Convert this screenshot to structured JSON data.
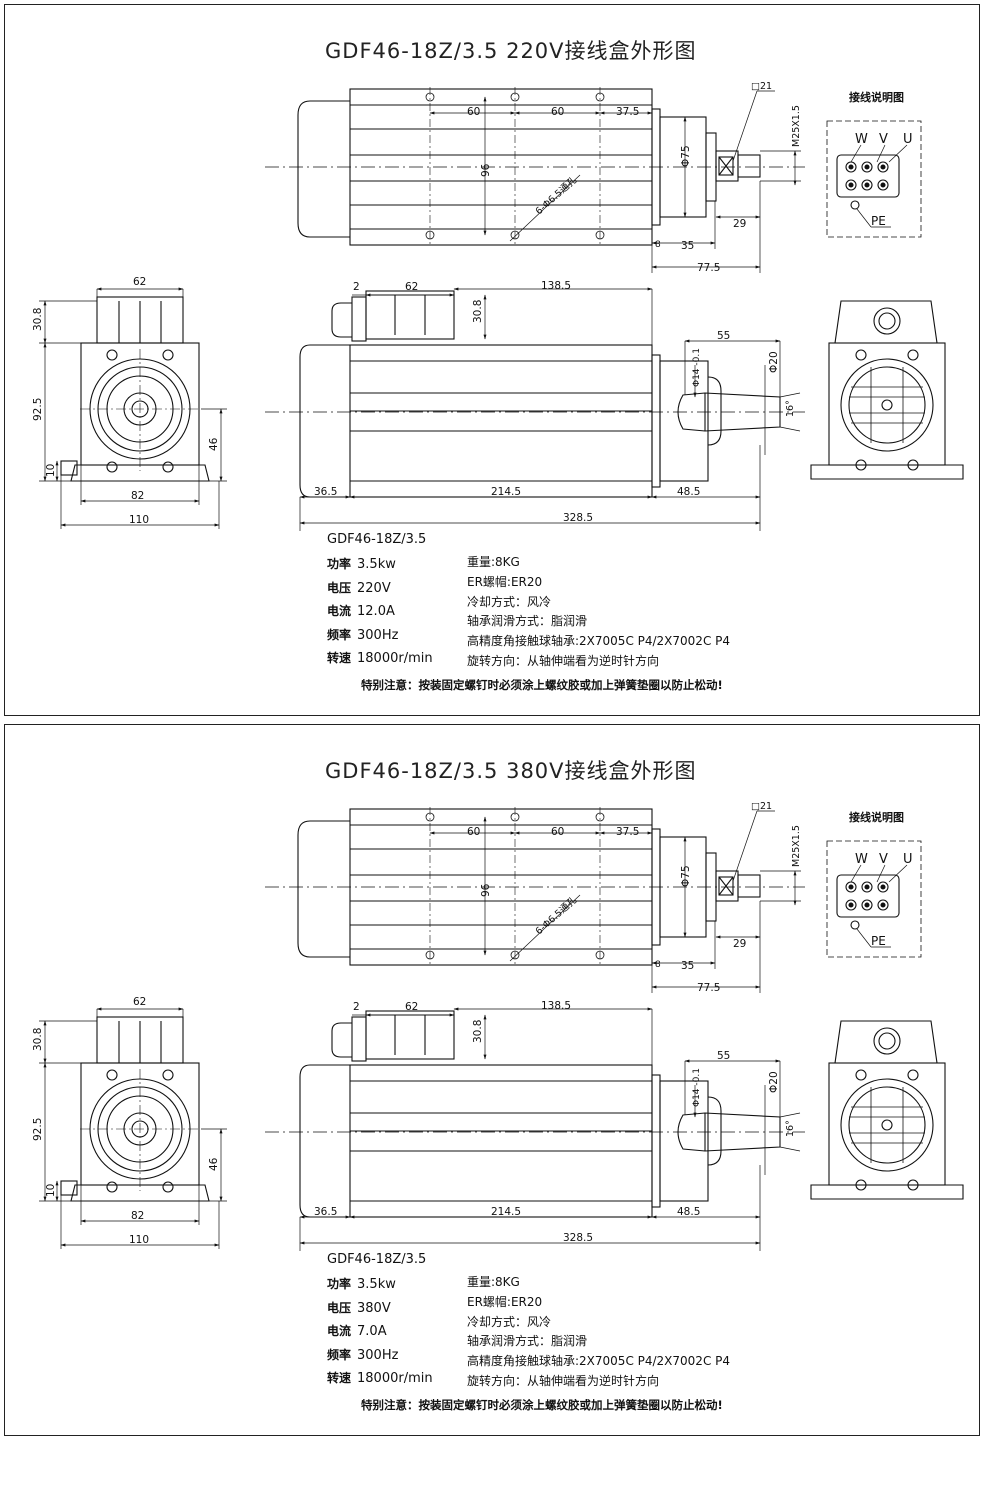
{
  "sheets": [
    {
      "title": "GDF46-18Z/3.5   220V接线盒外形图",
      "wiring_label": "接线说明图",
      "terminals": [
        "W",
        "V",
        "U",
        "PE"
      ],
      "dims": {
        "d60a": "60",
        "d60b": "60",
        "d375": "37.5",
        "d96": "96",
        "holes": "6-Φ6.5通孔",
        "d75": "Φ75",
        "m25": "M25X1.5",
        "sq21": "□21",
        "d29": "29",
        "d8": "8",
        "d35": "35",
        "d775": "77.5",
        "d62top": "62",
        "d2": "2",
        "d1385": "138.5",
        "d308": "30.8",
        "d55": "55",
        "d14": "Φ14 -0.1",
        "d20": "Φ20",
        "d16": "16°",
        "d365": "36.5",
        "d2145": "214.5",
        "d485": "48.5",
        "d3285": "328.5",
        "f62": "62",
        "f308": "30.8",
        "f925": "92.5",
        "f46": "46",
        "f10": "10",
        "f82": "82",
        "f110": "110"
      },
      "model": "GDF46-18Z/3.5",
      "specs_left": [
        {
          "k": "功率",
          "v": "3.5kw"
        },
        {
          "k": "电压",
          "v": "220V"
        },
        {
          "k": "电流",
          "v": "12.0A"
        },
        {
          "k": "频率",
          "v": "300Hz"
        },
        {
          "k": "转速",
          "v": "18000r/min"
        }
      ],
      "specs_right": [
        "重量:8KG",
        "ER螺帽:ER20",
        "冷却方式：风冷",
        "轴承润滑方式：脂润滑",
        "高精度角接触球轴承:2X7005C P4/2X7002C P4",
        "旋转方向：从轴伸端看为逆时针方向"
      ],
      "note": "特别注意：按装固定螺钉时必须涂上螺纹胶或加上弹簧垫圈以防止松动!"
    },
    {
      "title": "GDF46-18Z/3.5   380V接线盒外形图",
      "wiring_label": "接线说明图",
      "terminals": [
        "W",
        "V",
        "U",
        "PE"
      ],
      "dims": {
        "d60a": "60",
        "d60b": "60",
        "d375": "37.5",
        "d96": "96",
        "holes": "6-Φ6.5通孔",
        "d75": "Φ75",
        "m25": "M25X1.5",
        "sq21": "□21",
        "d29": "29",
        "d8": "8",
        "d35": "35",
        "d775": "77.5",
        "d62top": "62",
        "d2": "2",
        "d1385": "138.5",
        "d308": "30.8",
        "d55": "55",
        "d14": "Φ14 -0.1",
        "d20": "Φ20",
        "d16": "16°",
        "d365": "36.5",
        "d2145": "214.5",
        "d485": "48.5",
        "d3285": "328.5",
        "f62": "62",
        "f308": "30.8",
        "f925": "92.5",
        "f46": "46",
        "f10": "10",
        "f82": "82",
        "f110": "110"
      },
      "model": "GDF46-18Z/3.5",
      "specs_left": [
        {
          "k": "功率",
          "v": "3.5kw"
        },
        {
          "k": "电压",
          "v": "380V"
        },
        {
          "k": "电流",
          "v": "7.0A"
        },
        {
          "k": "频率",
          "v": "300Hz"
        },
        {
          "k": "转速",
          "v": "18000r/min"
        }
      ],
      "specs_right": [
        "重量:8KG",
        "ER螺帽:ER20",
        "冷却方式：风冷",
        "轴承润滑方式：脂润滑",
        "高精度角接触球轴承:2X7005C P4/2X7002C P4",
        "旋转方向：从轴伸端看为逆时针方向"
      ],
      "note": "特别注意：按装固定螺钉时必须涂上螺纹胶或加上弹簧垫圈以防止松动!"
    }
  ]
}
